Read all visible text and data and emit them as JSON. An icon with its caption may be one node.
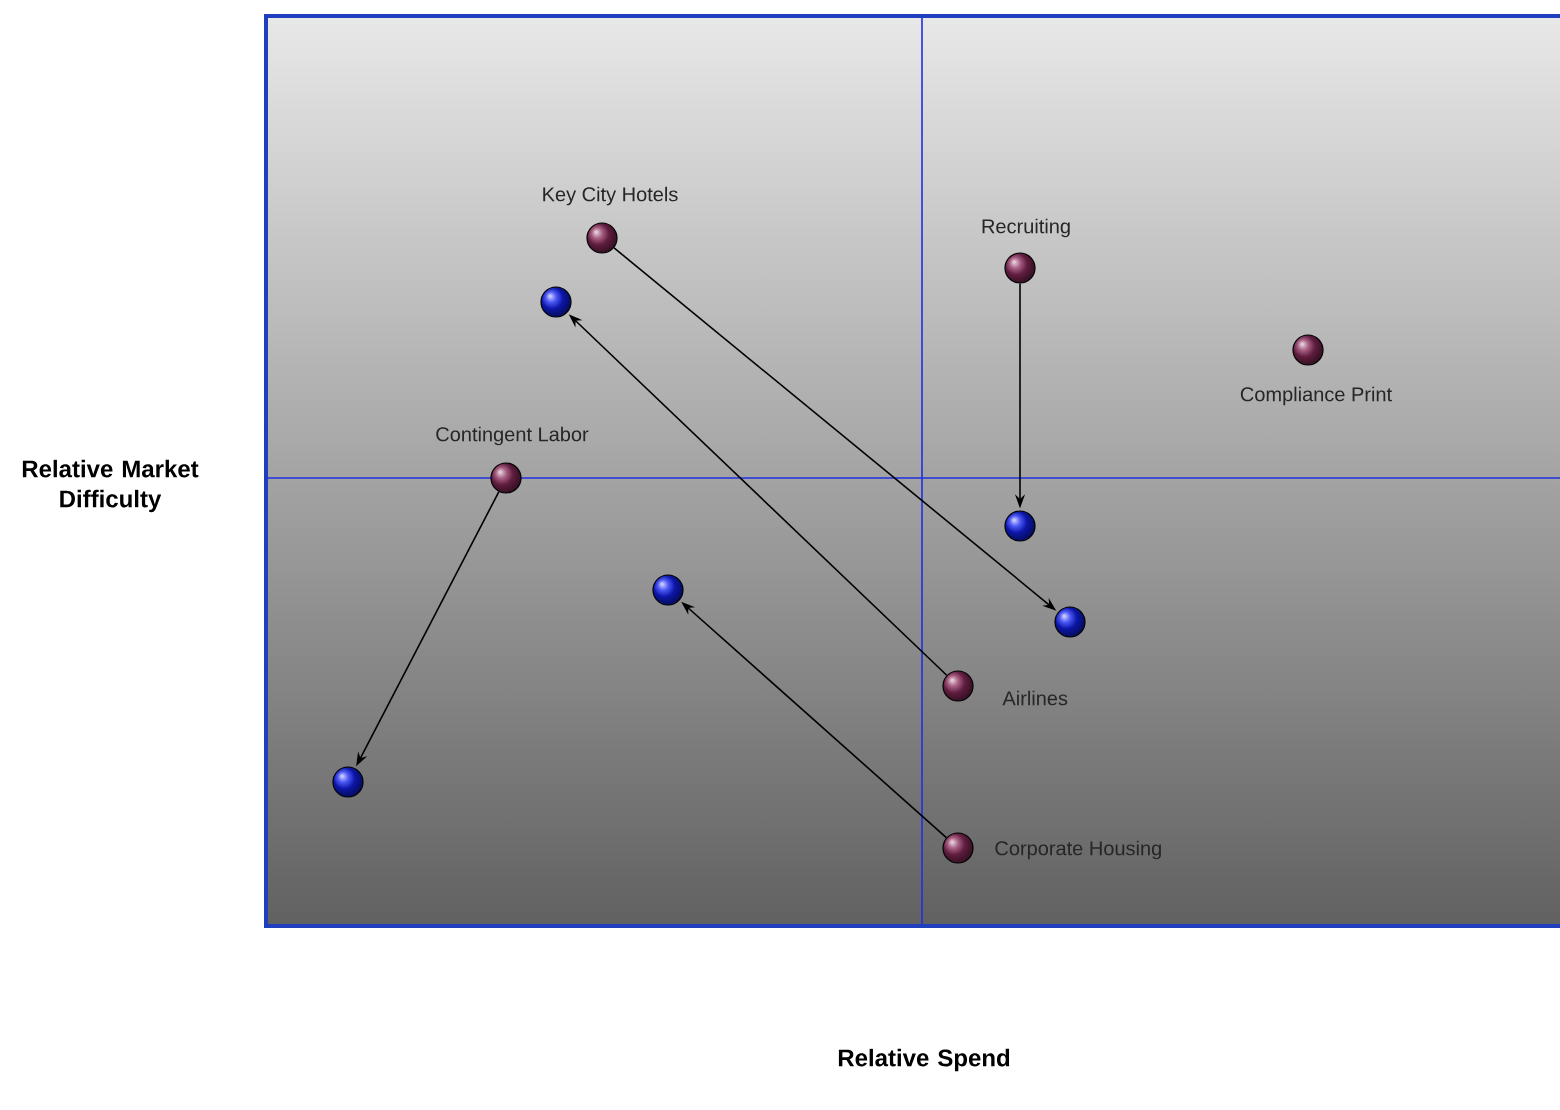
{
  "diagram": {
    "nodes": [
      {
        "text": [],
        "shape": "circle",
        "beside": [
          "Key City Hotels"
        ]
      },
      {
        "text": [],
        "shape": "circle",
        "beside": [
          "Recruiting"
        ]
      },
      {
        "text": [],
        "shape": "circle"
      },
      {
        "text": [],
        "shape": "circle",
        "beside": [
          "Compliance Print"
        ]
      },
      {
        "text": [],
        "shape": "circle",
        "beside": [
          "Contingent Labor"
        ]
      },
      {
        "text": [],
        "shape": "circle"
      },
      {
        "text": [],
        "shape": "circle"
      },
      {
        "text": [],
        "shape": "circle"
      },
      {
        "text": [],
        "shape": "circle",
        "beside": [
          "Airlines"
        ]
      },
      {
        "text": [],
        "shape": "circle"
      },
      {
        "text": [],
        "shape": "circle",
        "beside": [
          "Corporate Housing"
        ]
      }
    ],
    "edges": [
      {
        "from": 0,
        "to": 7,
        "arrow": "to"
      },
      {
        "from": 1,
        "to": 5,
        "arrow": "to"
      },
      {
        "from": 4,
        "to": 9,
        "arrow": "to"
      },
      {
        "from": 8,
        "to": 2,
        "arrow": "to"
      },
      {
        "from": 10,
        "to": 6,
        "arrow": "to"
      }
    ],
    "labels": [
      "Relative Market Difficulty",
      "Relative Spend"
    ]
  }
}
